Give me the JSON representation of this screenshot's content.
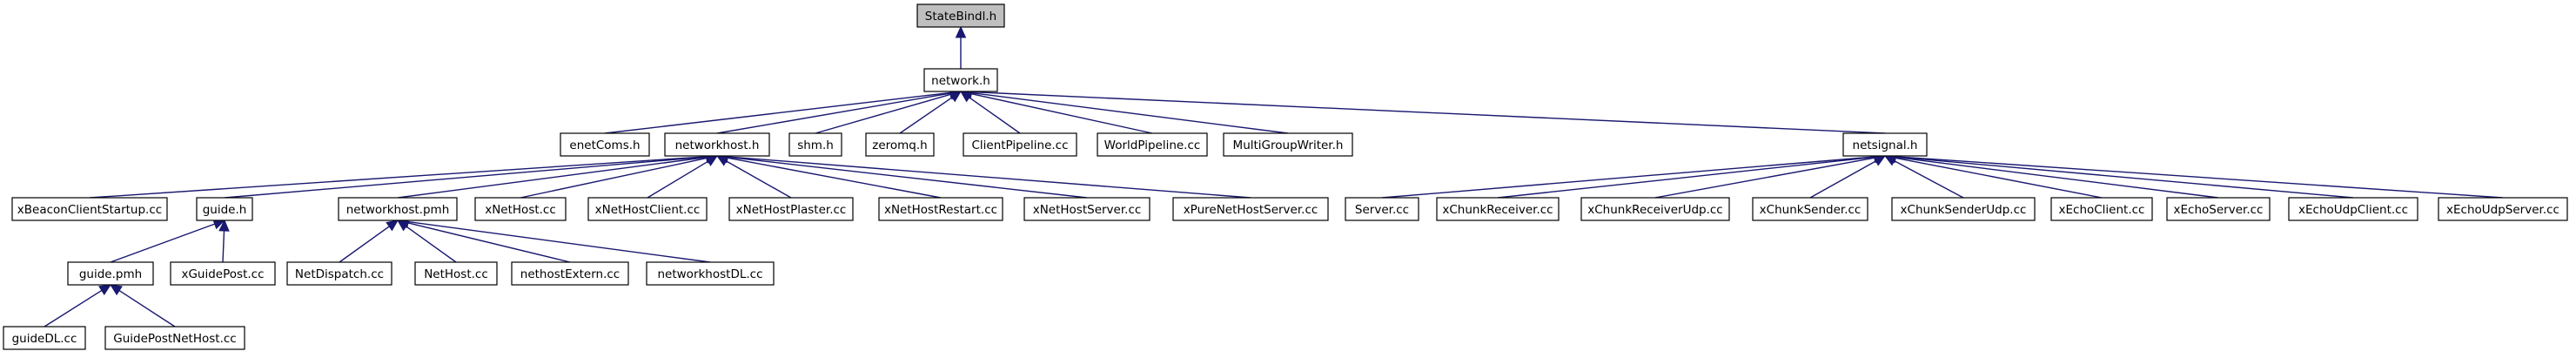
{
  "nodes": {
    "statebindl_h": "StateBindl.h",
    "network_h": "network.h",
    "enetcoms_h": "enetComs.h",
    "networkhost_h": "networkhost.h",
    "shm_h": "shm.h",
    "zeromq_h": "zeromq.h",
    "clientpipeline_cc": "ClientPipeline.cc",
    "worldpipeline_cc": "WorldPipeline.cc",
    "multigroupwriter_h": "MultiGroupWriter.h",
    "netsignal_h": "netsignal.h",
    "xbeaconclientstartup_cc": "xBeaconClientStartup.cc",
    "guide_h": "guide.h",
    "networkhost_pmh": "networkhost.pmh",
    "xnethost_cc": "xNetHost.cc",
    "xnethostclient_cc": "xNetHostClient.cc",
    "xnethostplaster_cc": "xNetHostPlaster.cc",
    "xnethostrestart_cc": "xNetHostRestart.cc",
    "xnethostserver_cc": "xNetHostServer.cc",
    "xpurenethostserver_cc": "xPureNetHostServer.cc",
    "server_cc": "Server.cc",
    "xchunkreceiver_cc": "xChunkReceiver.cc",
    "xchunkreceiverudp_cc": "xChunkReceiverUdp.cc",
    "xchunksender_cc": "xChunkSender.cc",
    "xchunksenderudp_cc": "xChunkSenderUdp.cc",
    "xechoclient_cc": "xEchoClient.cc",
    "xechoserver_cc": "xEchoServer.cc",
    "xechoudpclient_cc": "xEchoUdpClient.cc",
    "xechoudpserver_cc": "xEchoUdpServer.cc",
    "guide_pmh": "guide.pmh",
    "xguidepost_cc": "xGuidePost.cc",
    "netdispatch_cc": "NetDispatch.cc",
    "nethost_cc": "NetHost.cc",
    "nethostextern_cc": "nethostExtern.cc",
    "networkhostdl_cc": "networkhostDL.cc",
    "guidedl_cc": "guideDL.cc",
    "guidepostnethost_cc": "GuidePostNetHost.cc"
  },
  "edges": [
    [
      "network_h",
      "statebindl_h"
    ],
    [
      "enetcoms_h",
      "network_h"
    ],
    [
      "networkhost_h",
      "network_h"
    ],
    [
      "shm_h",
      "network_h"
    ],
    [
      "zeromq_h",
      "network_h"
    ],
    [
      "clientpipeline_cc",
      "network_h"
    ],
    [
      "worldpipeline_cc",
      "network_h"
    ],
    [
      "multigroupwriter_h",
      "network_h"
    ],
    [
      "netsignal_h",
      "network_h"
    ],
    [
      "xbeaconclientstartup_cc",
      "networkhost_h"
    ],
    [
      "guide_h",
      "networkhost_h"
    ],
    [
      "networkhost_pmh",
      "networkhost_h"
    ],
    [
      "xnethost_cc",
      "networkhost_h"
    ],
    [
      "xnethostclient_cc",
      "networkhost_h"
    ],
    [
      "xnethostplaster_cc",
      "networkhost_h"
    ],
    [
      "xnethostrestart_cc",
      "networkhost_h"
    ],
    [
      "xnethostserver_cc",
      "networkhost_h"
    ],
    [
      "xpurenethostserver_cc",
      "networkhost_h"
    ],
    [
      "server_cc",
      "netsignal_h"
    ],
    [
      "xchunkreceiver_cc",
      "netsignal_h"
    ],
    [
      "xchunkreceiverudp_cc",
      "netsignal_h"
    ],
    [
      "xchunksender_cc",
      "netsignal_h"
    ],
    [
      "xchunksenderudp_cc",
      "netsignal_h"
    ],
    [
      "xechoclient_cc",
      "netsignal_h"
    ],
    [
      "xechoserver_cc",
      "netsignal_h"
    ],
    [
      "xechoudpclient_cc",
      "netsignal_h"
    ],
    [
      "xechoudpserver_cc",
      "netsignal_h"
    ],
    [
      "guide_pmh",
      "guide_h"
    ],
    [
      "xguidepost_cc",
      "guide_h"
    ],
    [
      "netdispatch_cc",
      "networkhost_pmh"
    ],
    [
      "nethost_cc",
      "networkhost_pmh"
    ],
    [
      "nethostextern_cc",
      "networkhost_pmh"
    ],
    [
      "networkhostdl_cc",
      "networkhost_pmh"
    ],
    [
      "guidedl_cc",
      "guide_pmh"
    ],
    [
      "guidepostnethost_cc",
      "guide_pmh"
    ]
  ],
  "colors": {
    "edge": "#191970",
    "root_fill": "#bfbfbf",
    "node_fill": "#ffffff",
    "node_stroke": "#000000"
  }
}
